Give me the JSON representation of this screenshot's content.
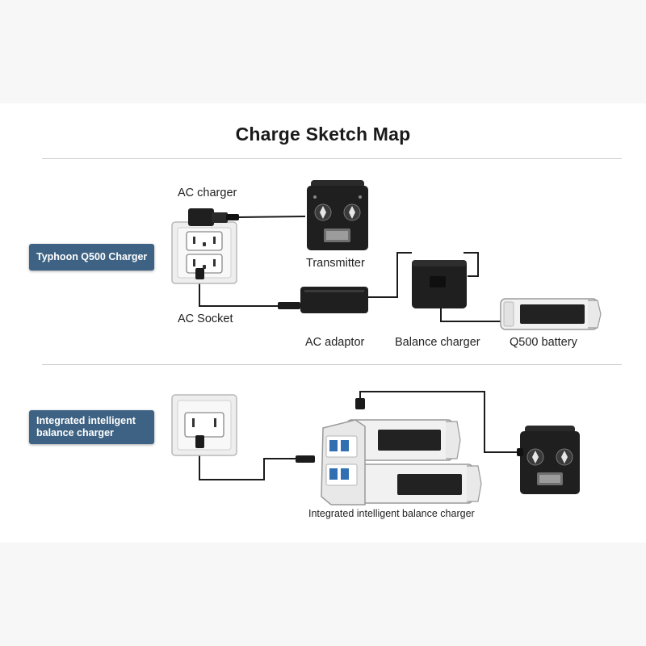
{
  "title": "Charge Sketch Map",
  "section1": {
    "tag": "Typhoon Q500 Charger",
    "labels": {
      "ac_charger": "AC charger",
      "transmitter": "Transmitter",
      "ac_socket": "AC Socket",
      "ac_adaptor": "AC adaptor",
      "balance_charger": "Balance charger",
      "q500_battery": "Q500 battery"
    }
  },
  "section2": {
    "tag_line1": "Integrated intelligent",
    "tag_line2": "balance charger",
    "caption": "Integrated intelligent balance charger"
  },
  "colors": {
    "tag_bg": "#3d6283",
    "device_dark": "#1f1f1f",
    "battery_body": "#f1f1f1",
    "battery_window": "#222222"
  }
}
